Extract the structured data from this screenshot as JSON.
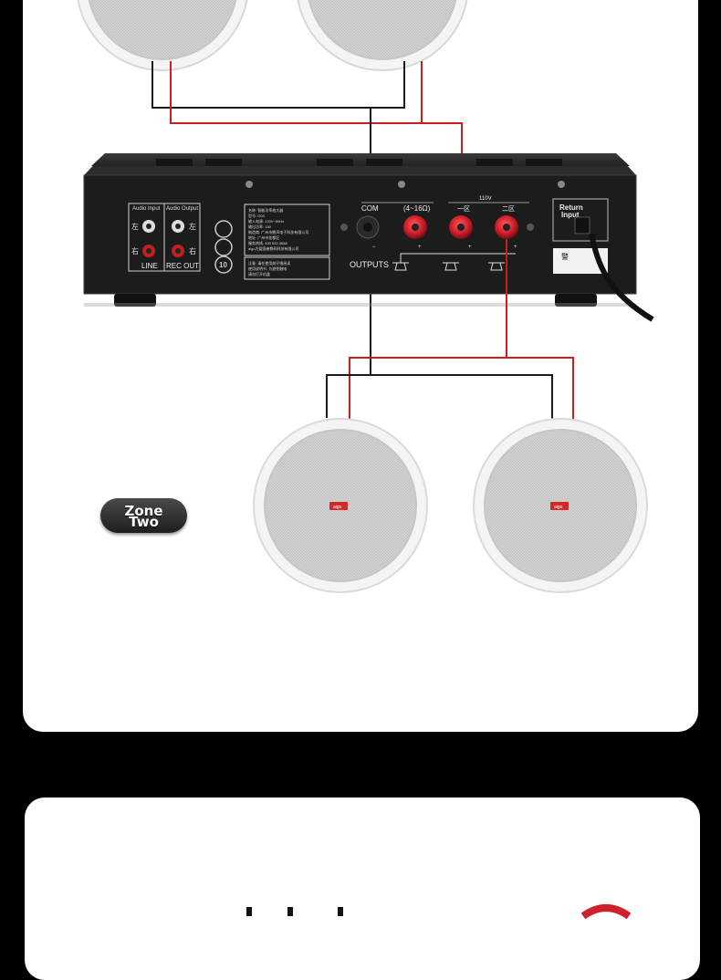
{
  "zone_badge": {
    "line1": "Zone",
    "line2": "Two"
  },
  "amp_labels": {
    "audio_input": "Audio Input",
    "audio_output": "Audio Output",
    "left": "左",
    "right": "右",
    "line": "LINE",
    "rec_out": "REC OUT",
    "com": "COM",
    "impedance": "(4~16Ω)",
    "zone1": "一区",
    "zone2": "二区",
    "voltage": "110V",
    "outputs": "OUTPUTS",
    "return_input": "Return Input",
    "warning": "警",
    "minus": "−",
    "plus": "+",
    "rating_badge": "10",
    "spec_lines": [
      "名称: 智能功率放大器",
      "型号: G03",
      "输入电源: 220V~50Hz",
      "输出功率: 150",
      "制造商: 广州市鼎声电子科技有限公司",
      "地址: 广州市花都区",
      "服务热线: 400 020 3688",
      "aigo为爱国者数码科技有限公司"
    ],
    "note_lines": [
      "注意: 请在使用前仔细阅读",
      "使用说明书, 为避免触电",
      "请勿打开机盖"
    ]
  },
  "speaker_logo": "aigo",
  "colors": {
    "wire_red": "#cc1d1d",
    "wire_black": "#1a1a1a",
    "amp_body": "#1c1c1c",
    "terminal_red": "#d0202a"
  }
}
